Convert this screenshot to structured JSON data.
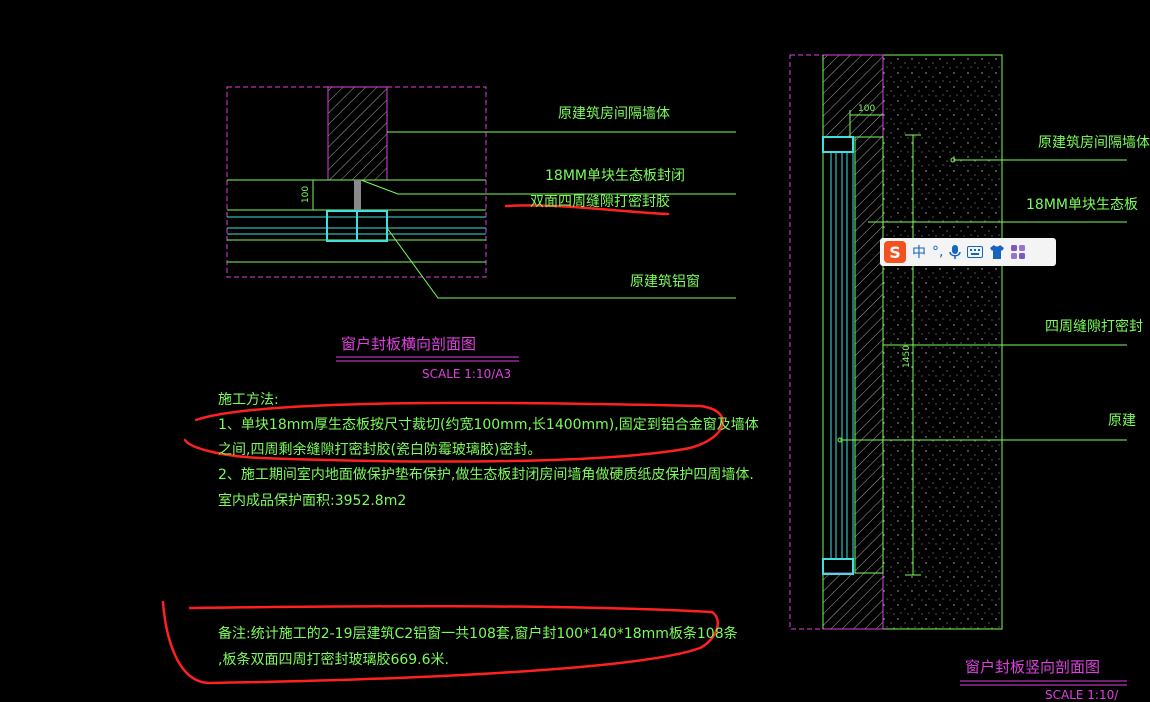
{
  "left_section": {
    "label_wall": "原建筑房间隔墙体",
    "label_board": "18MM单块生态板封闭",
    "label_seal": "双面四周缝隙打密封胶",
    "label_window": "原建筑铝窗",
    "dim_100": "100",
    "title": "窗户封板横向剖面图",
    "scale": "SCALE 1:10/A3"
  },
  "method": {
    "heading": "施工方法:",
    "line1": "1、单块18mm厚生态板按尺寸裁切(约宽100mm,长1400mm),固定到铝合金窗及墙体",
    "line2": "之间,四周剩余缝隙打密封胶(瓷白防霉玻璃胶)密封。",
    "line3": "2、施工期间室内地面做保护垫布保护,做生态板封闭房间墙角做硬质纸皮保护四周墙体.",
    "line4": "室内成品保护面积:3952.8m2"
  },
  "note": {
    "line1": "备注:统计施工的2-19层建筑C2铝窗一共108套,窗户封100*140*18mm板条108条",
    "line2": ",板条双面四周打密封玻璃胶669.6米."
  },
  "right_section": {
    "label_wall": "原建筑房间隔墙体",
    "label_board": "18MM单块生态板",
    "label_seal": "四周缝隙打密封",
    "label_window": "原建",
    "dim_100": "100",
    "dim_1450": "1450",
    "title": "窗户封板竖向剖面图",
    "scale": "SCALE 1:10/"
  },
  "ime_toolbar": {
    "logo": "S",
    "lang": "中",
    "punct": "°,",
    "icons": [
      "microphone-icon",
      "keyboard-icon",
      "shirt-icon",
      "grid-icon"
    ]
  },
  "colors": {
    "background": "#000000",
    "line_green": "#7CFC5A",
    "frame_magenta": "#E040E0",
    "cyan": "#40E0E0",
    "markup_red": "#FF2020"
  }
}
